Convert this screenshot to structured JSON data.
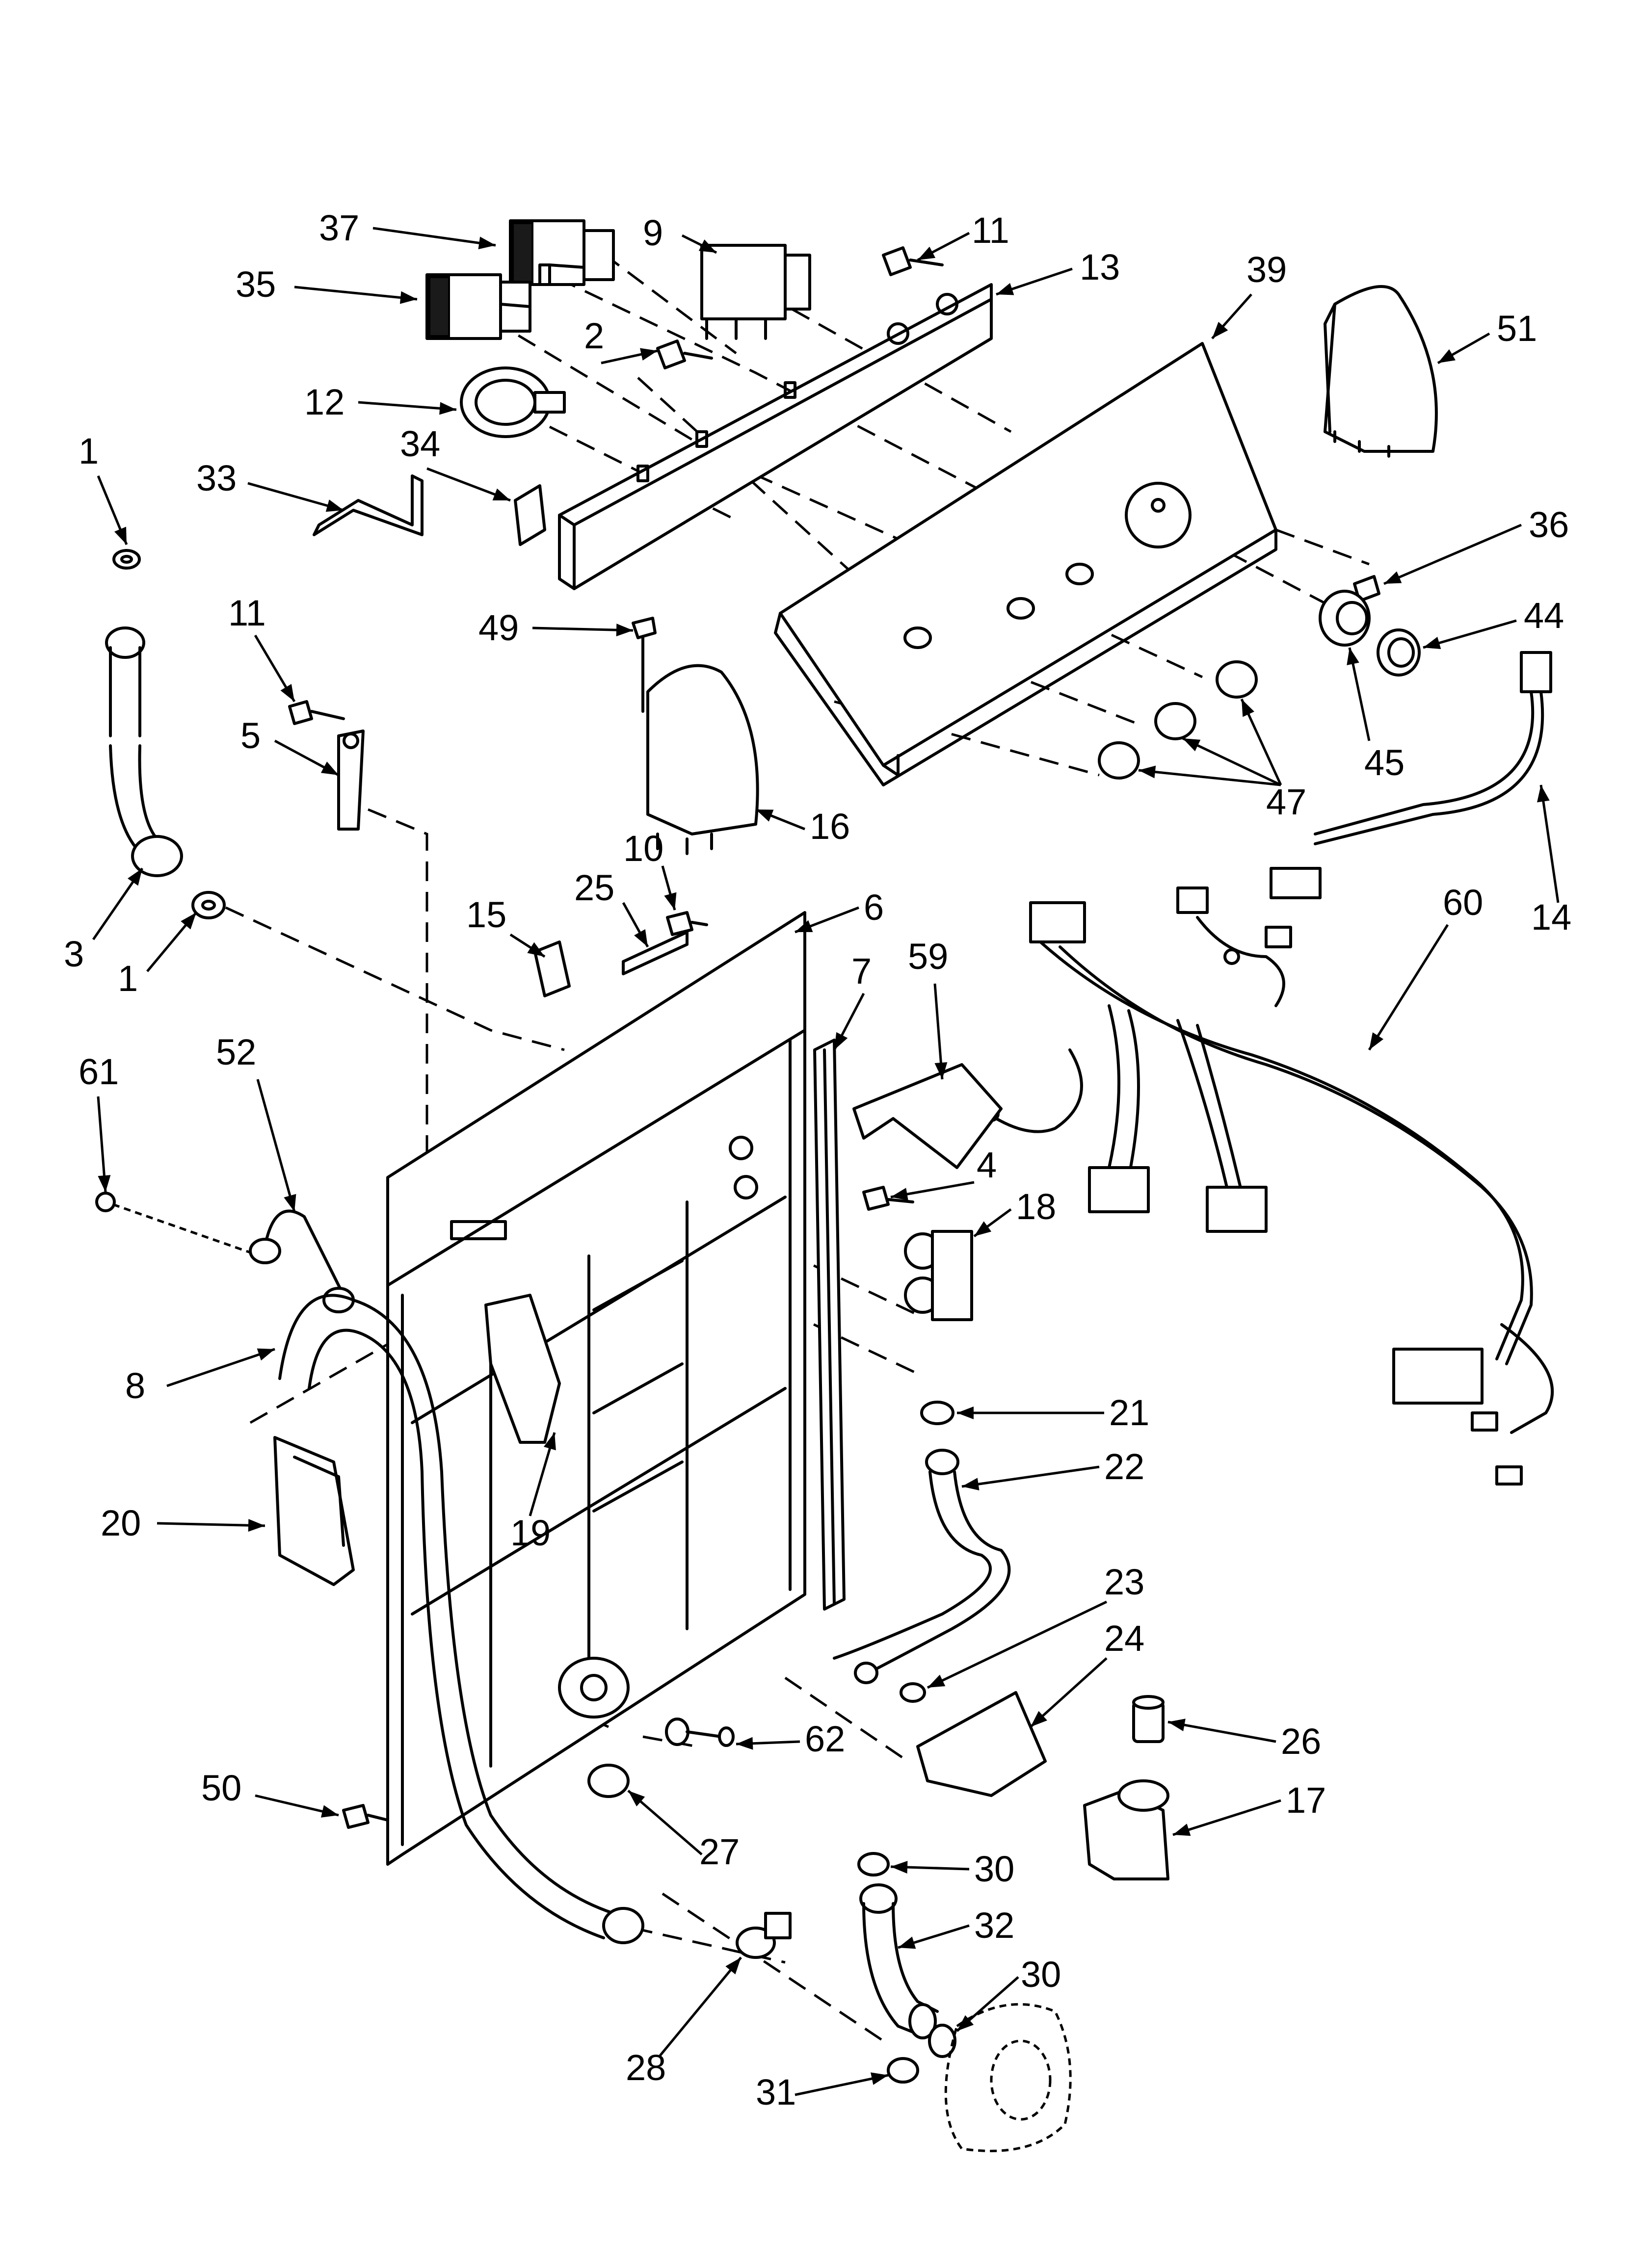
{
  "callouts": [
    {
      "label": "37"
    },
    {
      "label": "9"
    },
    {
      "label": "11"
    },
    {
      "label": "13"
    },
    {
      "label": "39"
    },
    {
      "label": "35"
    },
    {
      "label": "2"
    },
    {
      "label": "51"
    },
    {
      "label": "12"
    },
    {
      "label": "1"
    },
    {
      "label": "34"
    },
    {
      "label": "33"
    },
    {
      "label": "36"
    },
    {
      "label": "11"
    },
    {
      "label": "49"
    },
    {
      "label": "44"
    },
    {
      "label": "5"
    },
    {
      "label": "45"
    },
    {
      "label": "47"
    },
    {
      "label": "16"
    },
    {
      "label": "10"
    },
    {
      "label": "25"
    },
    {
      "label": "6"
    },
    {
      "label": "14"
    },
    {
      "label": "3"
    },
    {
      "label": "1"
    },
    {
      "label": "15"
    },
    {
      "label": "60"
    },
    {
      "label": "7"
    },
    {
      "label": "59"
    },
    {
      "label": "61"
    },
    {
      "label": "52"
    },
    {
      "label": "4"
    },
    {
      "label": "18"
    },
    {
      "label": "8"
    },
    {
      "label": "21"
    },
    {
      "label": "22"
    },
    {
      "label": "20"
    },
    {
      "label": "19"
    },
    {
      "label": "23"
    },
    {
      "label": "24"
    },
    {
      "label": "62"
    },
    {
      "label": "26"
    },
    {
      "label": "50"
    },
    {
      "label": "27"
    },
    {
      "label": "17"
    },
    {
      "label": "30"
    },
    {
      "label": "32"
    },
    {
      "label": "30"
    },
    {
      "label": "28"
    },
    {
      "label": "31"
    }
  ]
}
